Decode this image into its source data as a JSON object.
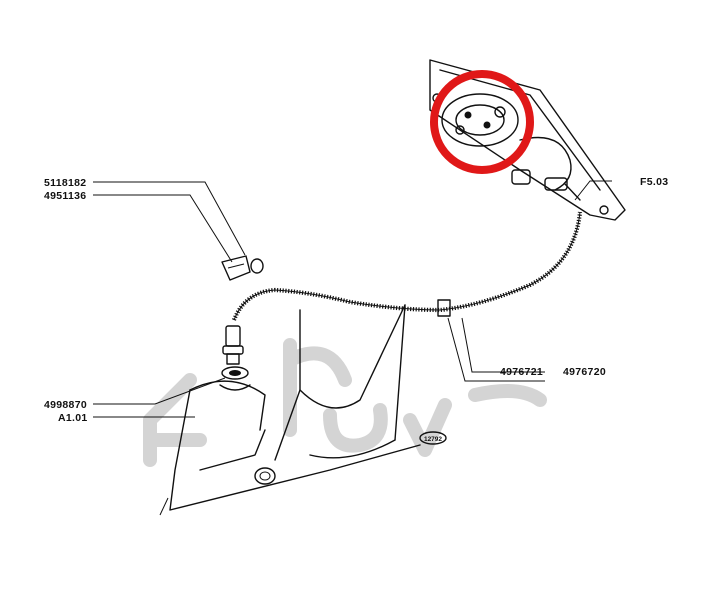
{
  "labels": {
    "p5118182": "5118182",
    "p4951136": "4951136",
    "p4998870": "4998870",
    "pA101": "A1.01",
    "pF503": "F5.03",
    "p4976721": "4976721",
    "p4976720": "4976720",
    "badge": "12792"
  },
  "colors": {
    "line": "#111111",
    "highlight": "#e01818",
    "watermark": "#d4d4d4"
  }
}
